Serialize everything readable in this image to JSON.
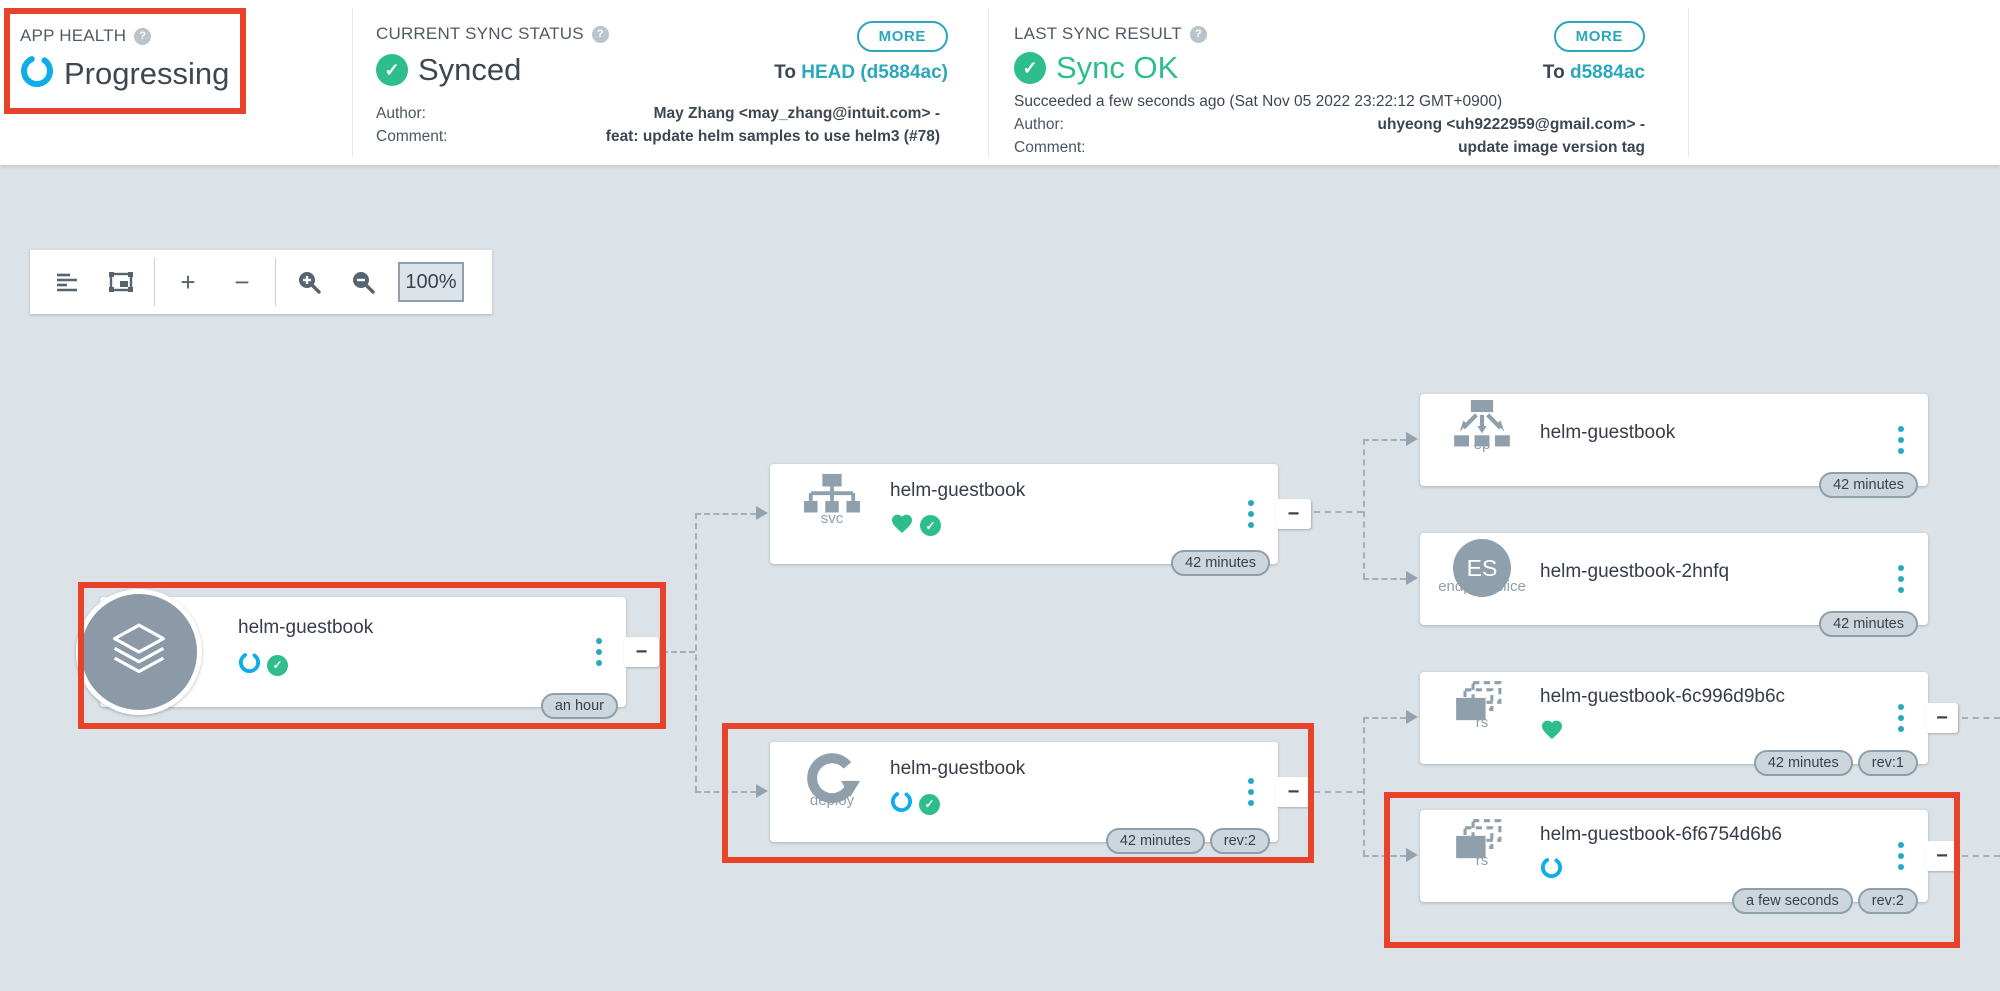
{
  "header": {
    "app_health": {
      "label": "APP HEALTH",
      "help_glyph": "?",
      "status": "Progressing"
    },
    "sync_status": {
      "label": "CURRENT SYNC STATUS",
      "help_glyph": "?",
      "more": "MORE",
      "status": "Synced",
      "to_prefix": "To",
      "revision": "HEAD (d5884ac)",
      "author_label": "Author:",
      "author": "May Zhang <may_zhang@intuit.com> -",
      "comment_label": "Comment:",
      "comment": "feat: update helm samples to use helm3 (#78)"
    },
    "last_sync": {
      "label": "LAST SYNC RESULT",
      "help_glyph": "?",
      "more": "MORE",
      "status": "Sync OK",
      "to_prefix": "To",
      "revision": "d5884ac",
      "succeeded": "Succeeded a few seconds ago (Sat Nov 05 2022 23:22:12 GMT+0900)",
      "author_label": "Author:",
      "author": "uhyeong <uh9222959@gmail.com> -",
      "comment_label": "Comment:",
      "comment": "update image version tag"
    }
  },
  "toolbar": {
    "plus": "+",
    "minus": "−",
    "zoom_value": "100%"
  },
  "graph": {
    "collapse_label": "−",
    "nodes": [
      {
        "kind": "application",
        "kind_label": "",
        "name": "helm-guestbook",
        "statuses": [
          "progressing",
          "synced"
        ],
        "badges": [
          "an hour"
        ]
      },
      {
        "kind": "service",
        "kind_label": "svc",
        "name": "helm-guestbook",
        "statuses": [
          "healthy",
          "synced"
        ],
        "badges": [
          "42 minutes"
        ]
      },
      {
        "kind": "deployment",
        "kind_label": "deploy",
        "name": "helm-guestbook",
        "statuses": [
          "progressing",
          "synced"
        ],
        "badges": [
          "42 minutes",
          "rev:2"
        ]
      },
      {
        "kind": "endpoints",
        "kind_label": "ep",
        "name": "helm-guestbook",
        "statuses": [],
        "badges": [
          "42 minutes"
        ]
      },
      {
        "kind": "endpointslice",
        "kind_label": "endpointslice",
        "icon_text": "ES",
        "name": "helm-guestbook-2hnfq",
        "statuses": [],
        "badges": [
          "42 minutes"
        ]
      },
      {
        "kind": "replicaset",
        "kind_label": "rs",
        "name": "helm-guestbook-6c996d9b6c",
        "statuses": [
          "healthy"
        ],
        "badges": [
          "42 minutes",
          "rev:1"
        ]
      },
      {
        "kind": "replicaset",
        "kind_label": "rs",
        "name": "helm-guestbook-6f6754d6b6",
        "statuses": [
          "progressing"
        ],
        "badges": [
          "a few seconds",
          "rev:2"
        ]
      }
    ]
  },
  "colors": {
    "accent": "#2BA7BC",
    "healthy_green": "#2EBE8E",
    "progressing_blue": "#0DADEA",
    "annotation_red": "#E8432A",
    "icon_gray": "#8FA0AC"
  }
}
